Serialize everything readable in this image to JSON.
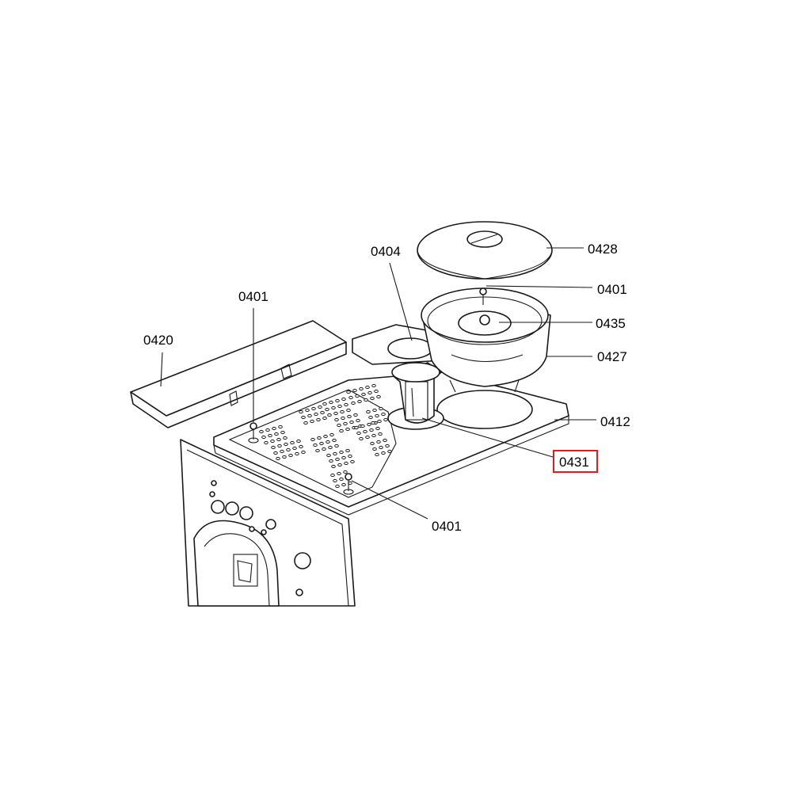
{
  "colors": {
    "highlight": "#d42020",
    "line": "#1a1a1a",
    "background": "#ffffff"
  },
  "callouts": {
    "c0428": "0428",
    "c0404": "0404",
    "c0401_bowl": "0401",
    "c0401_left": "0401",
    "c0435": "0435",
    "c0427": "0427",
    "c0420": "0420",
    "c0412": "0412",
    "c0431": "0431",
    "c0401_bottom": "0401"
  },
  "highlighted_callout": "0431"
}
